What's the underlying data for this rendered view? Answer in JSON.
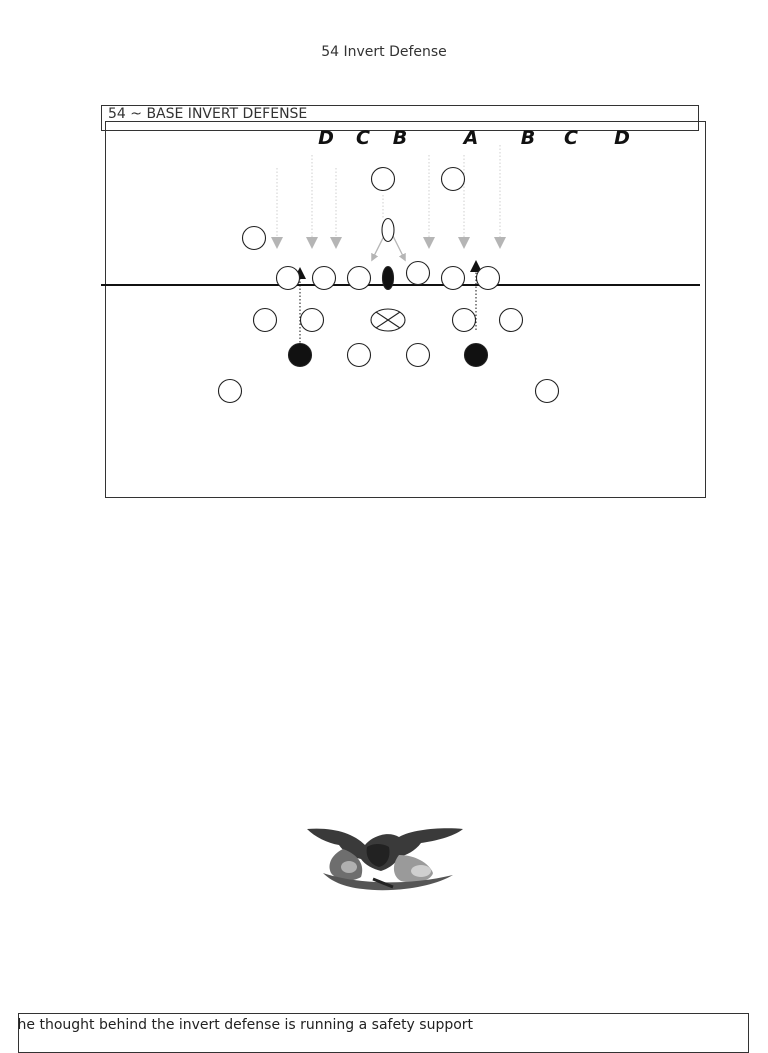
{
  "page": {
    "title": "54 Invert Defense"
  },
  "diagram": {
    "box_title": "54 ~ BASE INVERT DEFENSE",
    "gap_labels": [
      "D",
      "C",
      "B",
      "A",
      "B",
      "C",
      "D"
    ]
  },
  "footer": {
    "text": "The thought behind the invert defense is running a safety support"
  }
}
